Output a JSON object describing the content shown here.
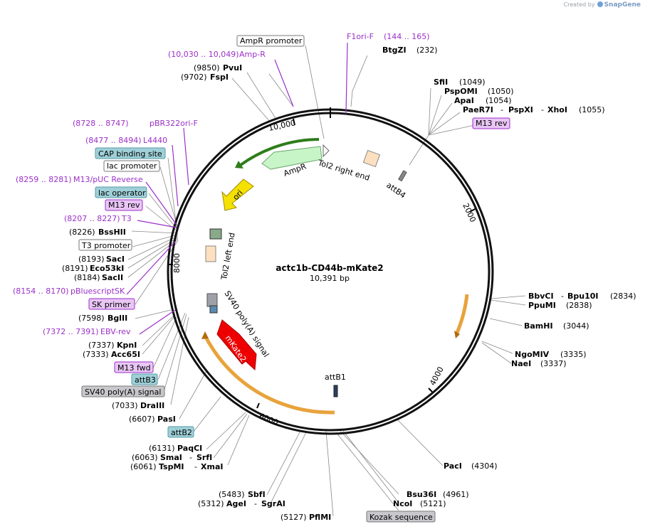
{
  "credit": {
    "prefix": "Created by",
    "brand": "SnapGene"
  },
  "map": {
    "name": "actc1b-CD44b-mKate2",
    "length": "10,391 bp",
    "ticks": [
      "10,000",
      "2000",
      "4000",
      "6000",
      "8000"
    ]
  },
  "features": {
    "ampr": "AmpR",
    "tol2_right": "Tol2 right end",
    "attb4": "attB4",
    "ori": "ori",
    "tol2_left": "Tol2 left end",
    "sv40": "SV40 poly(A) signal",
    "mkate2": "mKate2",
    "attb1": "attB1"
  },
  "colors": {
    "ampr": "#c8f5c8",
    "ori": "#f5e100",
    "mkate2": "#ee0000",
    "orf_arc": "#e8a33c",
    "tol2": "#fde0c0",
    "primer": "#9b30c8"
  },
  "labels": {
    "t_f1ori": "F1ori-F",
    "n_f1ori": "(144 .. 165)",
    "t_amprp": "AmpR promoter",
    "t_btgzi": "BtgZI",
    "n_btgzi": "(232)",
    "n_ampr": "(10,030 .. 10,049)",
    "t_ampr": "Amp-R",
    "n_pvui": "(9850)",
    "t_pvui": "PvuI",
    "n_fspi": "(9702)",
    "t_fspi": "FspI",
    "t_sfii": "SfiI",
    "n_sfii": "(1049)",
    "t_pspomi": "PspOMI",
    "n_pspomi": "(1050)",
    "t_apai": "ApaI",
    "n_apai": "(1054)",
    "t_paer7i": "PaeR7I",
    "t_pspxi": "PspXI",
    "t_xhoi": "XhoI",
    "n_xhoi": "(1055)",
    "t_m13rev_r": "M13 rev",
    "n_pbr": "(8728 .. 8747)",
    "t_pbr": "pBR322ori-F",
    "n_l4440": "(8477 .. 8494)",
    "t_l4440": "L4440",
    "t_cap": "CAP binding site",
    "t_lacp": "lac promoter",
    "n_m13puc": "(8259 .. 8281)",
    "t_m13puc": "M13/pUC Reverse",
    "t_laco": "lac operator",
    "t_m13rev_l": "M13 rev",
    "n_t3": "(8207 .. 8227)",
    "t_t3": "T3",
    "n_bsshii": "(8226)",
    "t_bsshii": "BssHII",
    "t_t3p": "T3 promoter",
    "n_saci": "(8193)",
    "t_saci": "SacI",
    "n_eco53ki": "(8191)",
    "t_eco53ki": "Eco53kI",
    "n_sacii": "(8184)",
    "t_sacii": "SacII",
    "n_pbsk": "(8154 .. 8170)",
    "t_pbsk": "pBluescriptSK",
    "t_skprimer": "SK primer",
    "n_bglii": "(7598)",
    "t_bglii": "BglII",
    "n_ebv": "(7372 .. 7391)",
    "t_ebv": "EBV-rev",
    "n_kpni": "(7337)",
    "t_kpni": "KpnI",
    "n_acc65i": "(7333)",
    "t_acc65i": "Acc65I",
    "t_m13fwd": "M13 fwd",
    "t_attb3": "attB3",
    "t_sv40box": "SV40 poly(A) signal",
    "n_draiii": "(7033)",
    "t_draiii": "DraIII",
    "n_pasi": "(6607)",
    "t_pasi": "PasI",
    "t_attb2": "attB2",
    "n_paqci": "(6131)",
    "t_paqci": "PaqCI",
    "n_smai": "(6063)",
    "t_smai": "SmaI",
    "t_srfi": "SrfI",
    "n_tspmi": "(6061)",
    "t_tspmi": "TspMI",
    "t_xmai": "XmaI",
    "n_sbfi": "(5483)",
    "t_sbfi": "SbfI",
    "n_agei": "(5312)",
    "t_agei": "AgeI",
    "t_sgrai": "SgrAI",
    "n_pflmi": "(5127)",
    "t_pflmi": "PflMI",
    "t_kozak": "Kozak sequence",
    "t_bsu36i": "Bsu36I",
    "n_bsu36i": "(4961)",
    "t_ncoi": "NcoI",
    "n_ncoi": "(5121)",
    "t_paci": "PacI",
    "n_paci": "(4304)",
    "t_bbvci": "BbvCI",
    "t_bpu10i": "Bpu10I",
    "n_bpu10i": "(2834)",
    "t_ppumi": "PpuMI",
    "n_ppumi": "(2838)",
    "t_bamhi": "BamHI",
    "n_bamhi": "(3044)",
    "t_ngomiv": "NgoMIV",
    "n_ngomiv": "(3335)",
    "t_naei": "NaeI",
    "n_naei": "(3337)"
  }
}
